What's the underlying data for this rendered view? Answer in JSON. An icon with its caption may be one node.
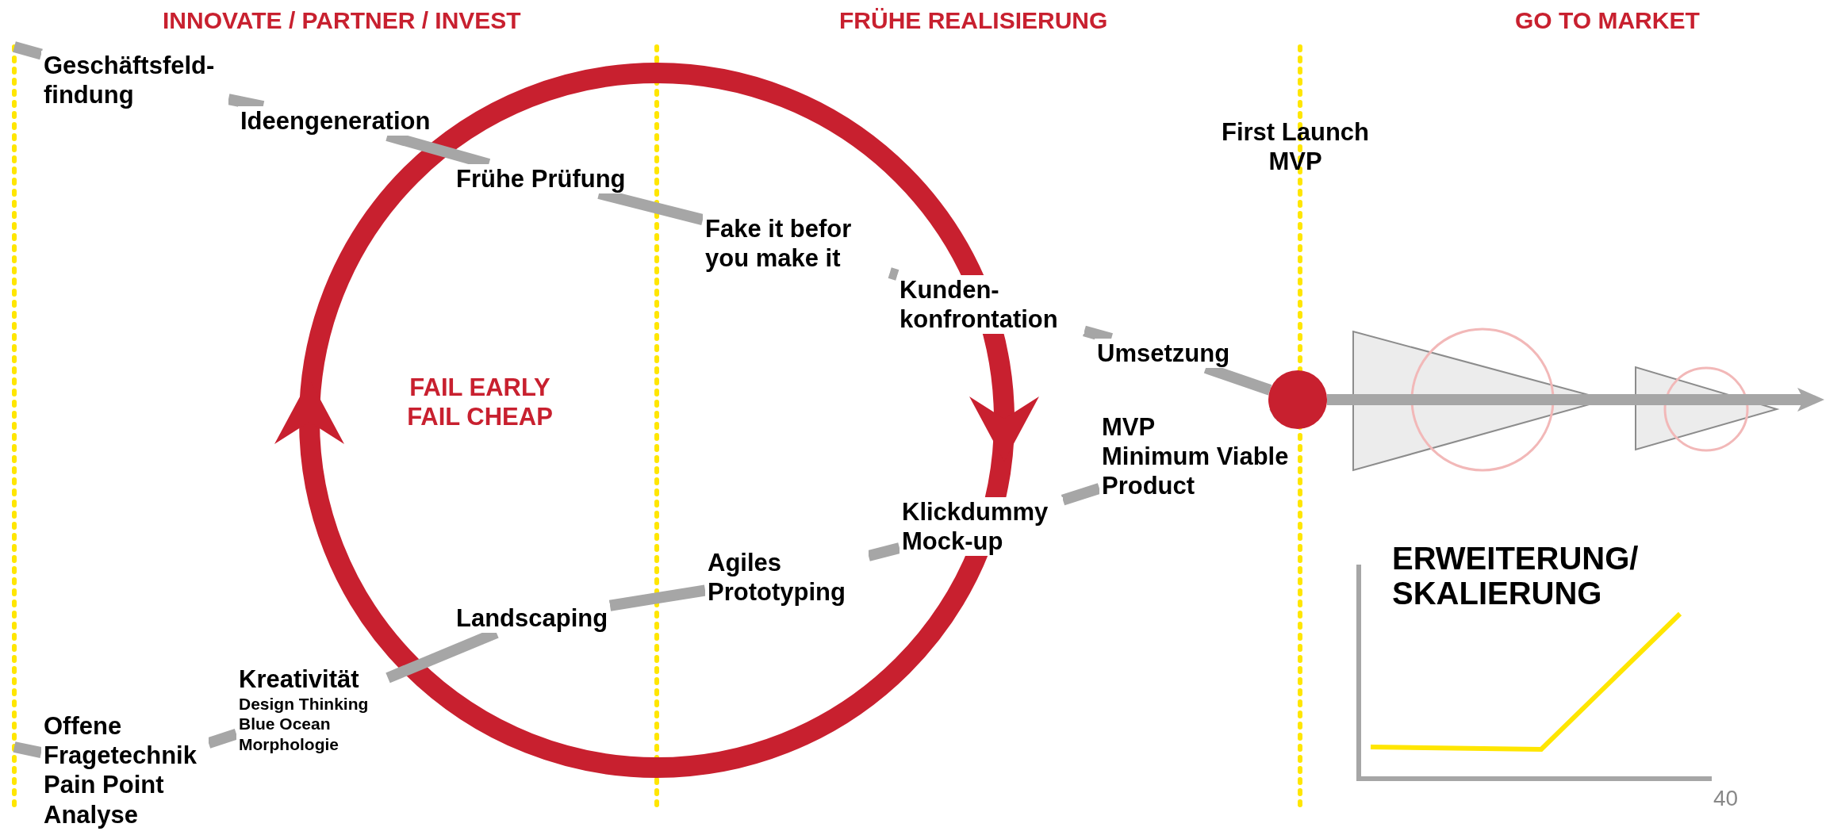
{
  "diagram": {
    "nodes": [
      {
        "text": [
          "Geschäftsfeld- findung"
        ]
      },
      {
        "text": [
          "Ideengeneration"
        ]
      },
      {
        "text": [
          "Frühe Prüfung"
        ]
      },
      {
        "text": [
          "Fake it befor you make it"
        ]
      },
      {
        "text": [
          "Kunden- konfrontation"
        ]
      },
      {
        "text": [
          "Umsetzung"
        ]
      },
      {
        "text": [],
        "shape": "circle"
      },
      {
        "text": [
          "MVP",
          "Minimum Viable Product"
        ]
      },
      {
        "text": [
          "Klickdummy Mock-up"
        ]
      },
      {
        "text": [
          "Agiles Prototyping"
        ]
      },
      {
        "text": [
          "Landscaping"
        ]
      },
      {
        "text": [
          "Kreativität",
          "Design Thinking Blue Ocean Morphologie"
        ]
      },
      {
        "text": [
          "Offene Fragetechnik Pain Point Analyse"
        ]
      }
    ],
    "edges": [
      {
        "from": null,
        "to": 0,
        "arrow": "none"
      },
      {
        "from": 0,
        "to": 1,
        "arrow": "none"
      },
      {
        "from": 1,
        "to": 2,
        "arrow": "none"
      },
      {
        "from": 2,
        "to": 3,
        "arrow": "none"
      },
      {
        "from": 3,
        "to": 4,
        "arrow": "none"
      },
      {
        "from": 4,
        "to": 5,
        "arrow": "none"
      },
      {
        "from": 5,
        "to": 6,
        "arrow": "none"
      },
      {
        "from": null,
        "to": 12,
        "arrow": "none"
      },
      {
        "from": 12,
        "to": 11,
        "arrow": "none"
      },
      {
        "from": 11,
        "to": 10,
        "arrow": "none"
      },
      {
        "from": 10,
        "to": 9,
        "arrow": "none"
      },
      {
        "from": 9,
        "to": 8,
        "arrow": "none"
      },
      {
        "from": 8,
        "to": 7,
        "arrow": "none"
      },
      {
        "from": 7,
        "to": 6,
        "arrow": "none"
      },
      {
        "from": 6,
        "to": null,
        "arrow": "to"
      }
    ],
    "labels": [
      "INNOVATE / PARTNER / INVEST",
      "FRÜHE REALISIERUNG",
      "GO TO MARKET",
      "First Launch MVP",
      "FAIL EARLY FAIL CHEAP",
      "ERWEITERUNG/ SKALIERUNG",
      "40"
    ]
  }
}
